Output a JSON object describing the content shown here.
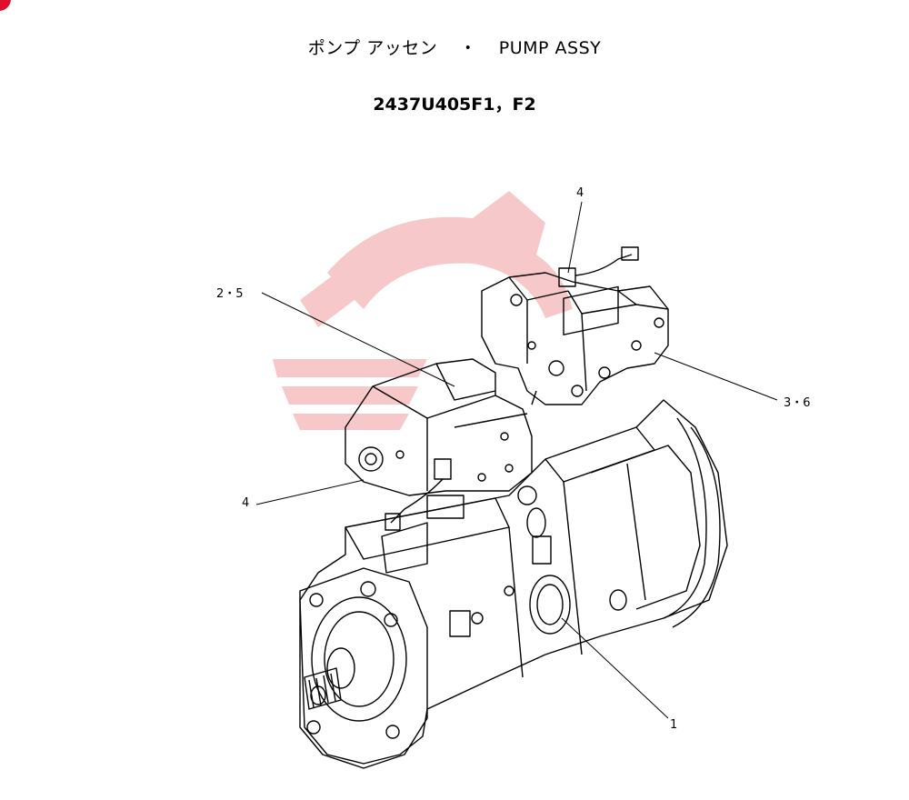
{
  "header": {
    "title_jp": "ポンプ アッセン",
    "title_sep": "・",
    "title_en": "PUMP ASSY",
    "part_number": "2437U405F1，F2"
  },
  "callouts": {
    "main_pump": "1",
    "regulator_left": "2・5",
    "regulator_right": "3・6",
    "solenoid_top": "4",
    "solenoid_left": "4"
  },
  "colors": {
    "watermark": "#f4b6b8",
    "line": "#000000",
    "badge": "#e0102a"
  }
}
